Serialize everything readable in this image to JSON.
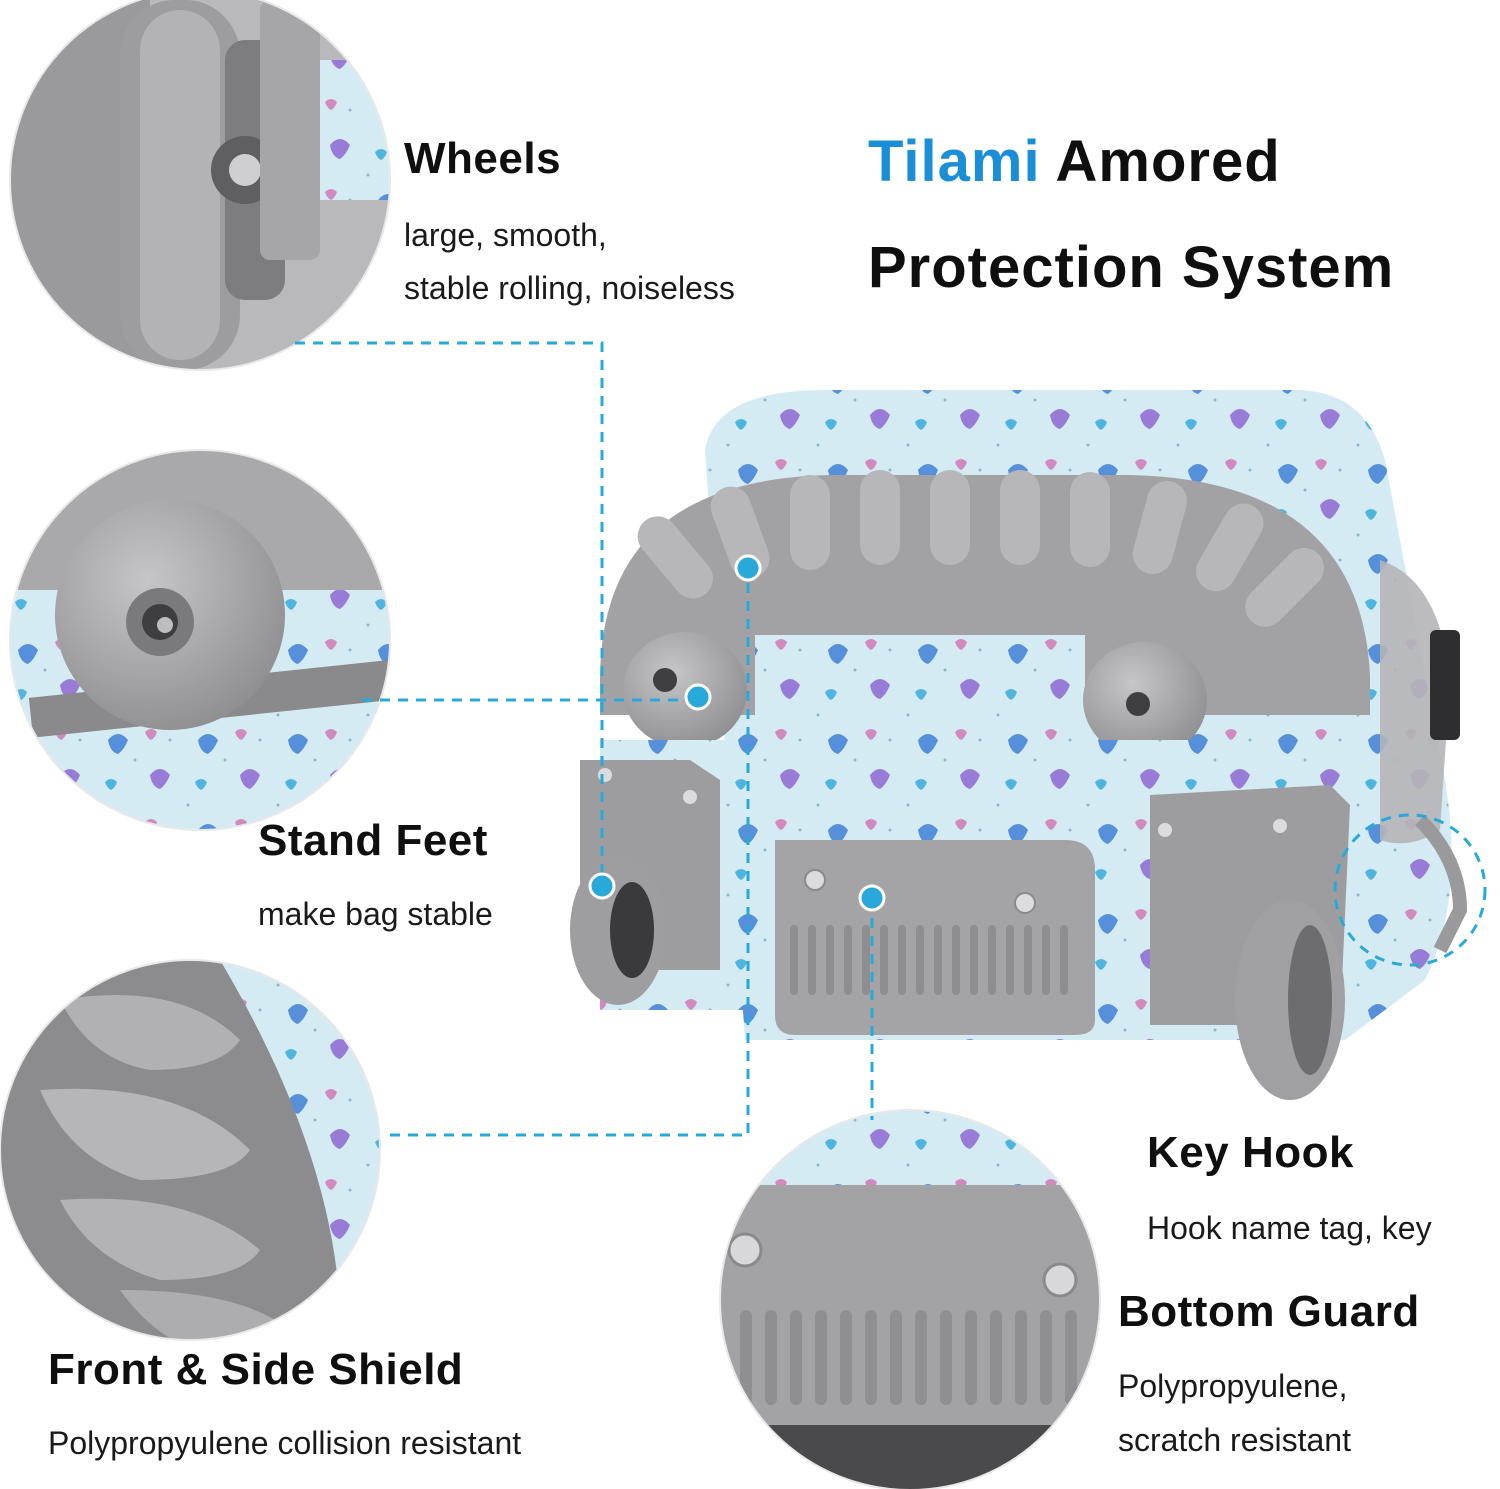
{
  "headline": {
    "brand": "Tilami",
    "line1_rest": " Amored",
    "line2": "Protection System"
  },
  "features": {
    "wheels": {
      "title": "Wheels",
      "desc_line1": "large, smooth,",
      "desc_line2": "stable rolling, noiseless"
    },
    "stand_feet": {
      "title": "Stand Feet",
      "desc": "make bag stable"
    },
    "front_side_shield": {
      "title": "Front & Side Shield",
      "desc": "Polypropyulene collision resistant"
    },
    "key_hook": {
      "title": "Key Hook",
      "desc": "Hook name tag, key"
    },
    "bottom_guard": {
      "title": "Bottom Guard",
      "desc_line1": "Polypropyulene,",
      "desc_line2": "scratch resistant"
    }
  },
  "colors": {
    "brand": "#1a8fd8",
    "callout": "#29a9d9",
    "guard_gray": "#9c9c9e",
    "fabric": "#cfe8f2"
  }
}
